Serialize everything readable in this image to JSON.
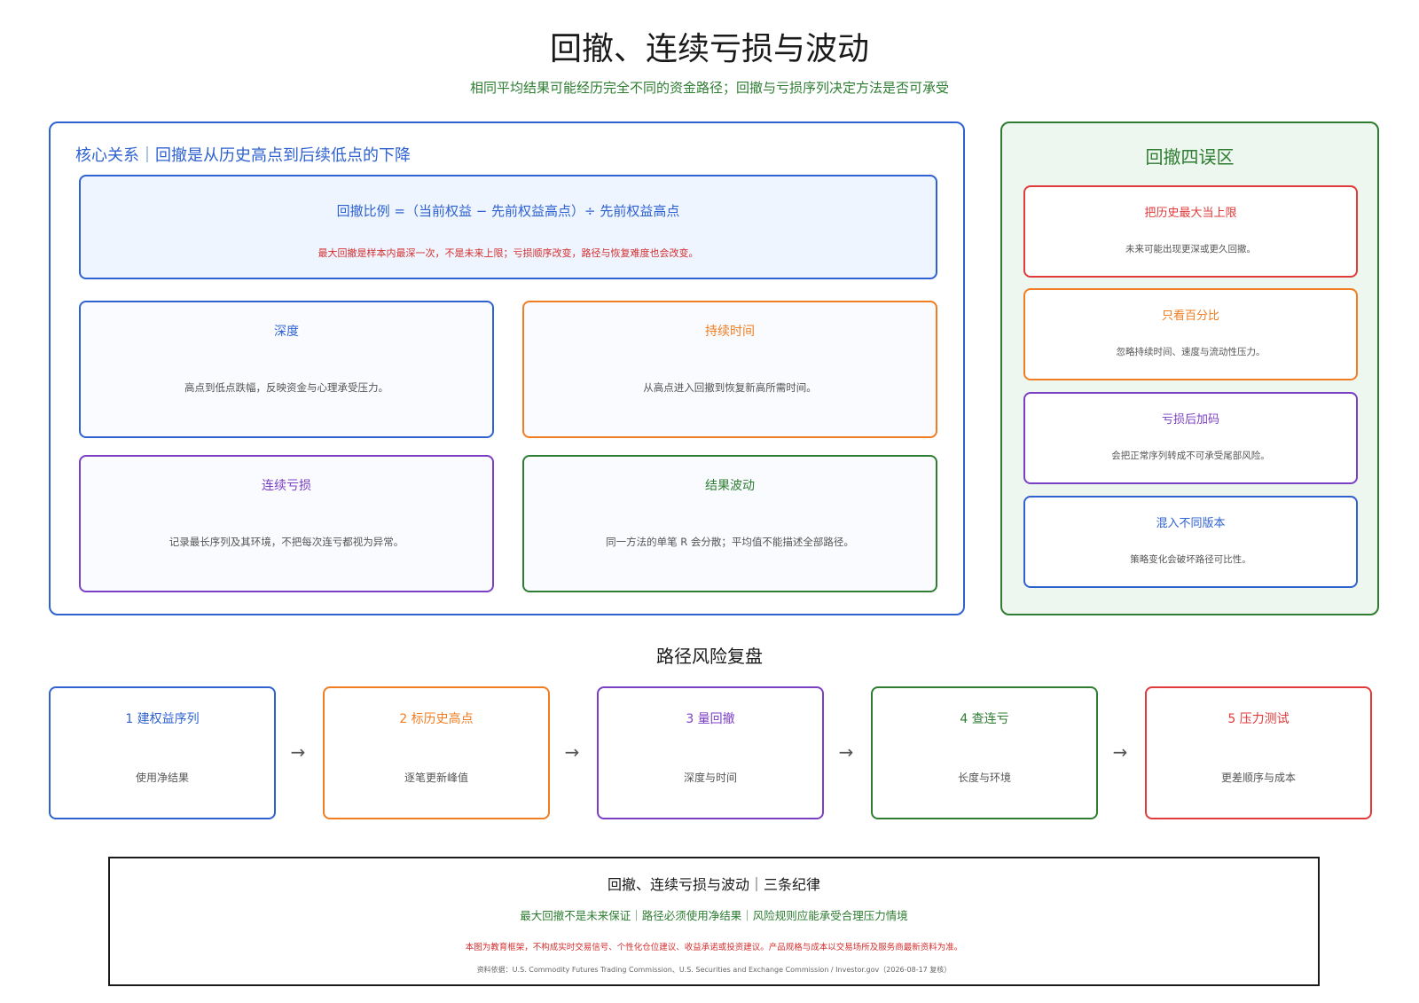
{
  "title": "回撤、连续亏损与波动",
  "subtitle": "相同平均结果可能经历完全不同的资金路径；回撤与亏损序列决定方法是否可承受",
  "core": {
    "heading": "核心关系｜回撤是从历史高点到后续低点的下降",
    "formula": "回撤比例 =（当前权益 − 先前权益高点）÷ 先前权益高点",
    "formula_note": "最大回撤是样本内最深一次，不是未来上限；亏损顺序改变，路径与恢复难度也会改变。",
    "cards": [
      {
        "title": "深度",
        "desc": "高点到低点跌幅，反映资金与心理承受压力。",
        "color": "#2f62d0"
      },
      {
        "title": "持续时间",
        "desc": "从高点进入回撤到恢复新高所需时间。",
        "color": "#f07d22"
      },
      {
        "title": "连续亏损",
        "desc": "记录最长序列及其环境，不把每次连亏都视为异常。",
        "color": "#7b3fc4"
      },
      {
        "title": "结果波动",
        "desc": "同一方法的单笔 R 会分散；平均值不能描述全部路径。",
        "color": "#2e7d32"
      }
    ]
  },
  "mistakes": {
    "heading": "回撤四误区",
    "items": [
      {
        "title": "把历史最大当上限",
        "desc": "未来可能出现更深或更久回撤。",
        "color": "#e03a3a"
      },
      {
        "title": "只看百分比",
        "desc": "忽略持续时间、速度与流动性压力。",
        "color": "#f07d22"
      },
      {
        "title": "亏损后加码",
        "desc": "会把正常序列转成不可承受尾部风险。",
        "color": "#7b3fc4"
      },
      {
        "title": "混入不同版本",
        "desc": "策略变化会破坏路径可比性。",
        "color": "#2f62d0"
      }
    ]
  },
  "review": {
    "heading": "路径风险复盘",
    "arrow": "→",
    "steps": [
      {
        "title": "1 建权益序列",
        "desc": "使用净结果",
        "color": "#2f62d0"
      },
      {
        "title": "2 标历史高点",
        "desc": "逐笔更新峰值",
        "color": "#f07d22"
      },
      {
        "title": "3 量回撤",
        "desc": "深度与时间",
        "color": "#7b3fc4"
      },
      {
        "title": "4 查连亏",
        "desc": "长度与环境",
        "color": "#2e7d32"
      },
      {
        "title": "5 压力测试",
        "desc": "更差顺序与成本",
        "color": "#e03a3a"
      }
    ]
  },
  "rules": {
    "title": "回撤、连续亏损与波动｜三条纪律",
    "line": "最大回撤不是未来保证｜路径必须使用净结果｜风险规则应能承受合理压力情境",
    "disclaimer": "本图为教育框架，不构成实时交易信号、个性化仓位建议、收益承诺或投资建议。产品规格与成本以交易场所及服务商最新资料为准。",
    "source": "资料依据：U.S. Commodity Futures Trading Commission、U.S. Securities and Exchange Commission / Investor.gov（2026-08-17 复核）"
  }
}
